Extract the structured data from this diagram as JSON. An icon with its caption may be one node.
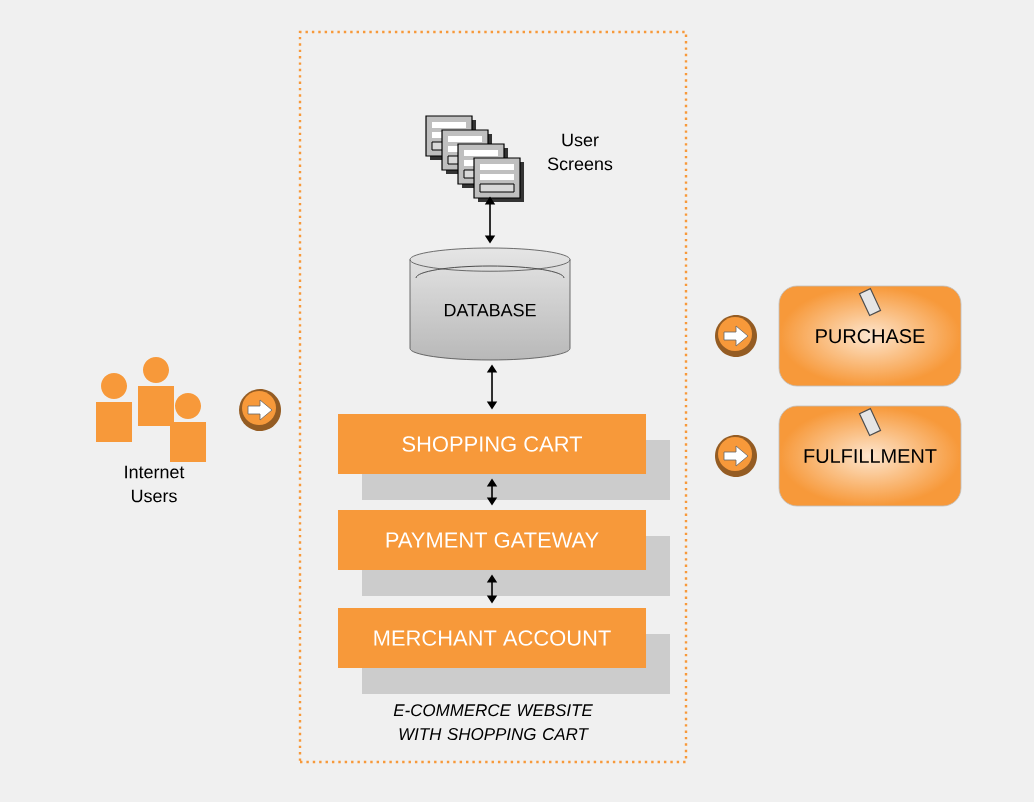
{
  "diagram": {
    "nodes": [
      {
        "text": [
          "E-COMMERCE WEBSITE WITH SHOPPING CART"
        ]
      },
      {
        "text": [],
        "shape": "person",
        "beside": [
          "Internet Users"
        ]
      },
      {
        "text": [],
        "shape": "picture",
        "in": 0,
        "beside": [
          "User Screens"
        ]
      },
      {
        "text": [
          "DATABASE"
        ],
        "in": 0
      },
      {
        "text": [
          "SHOPPING CART"
        ],
        "in": 0
      },
      {
        "text": [
          "PAYMENT GATEWAY"
        ],
        "in": 0
      },
      {
        "text": [
          "MERCHANT ACCOUNT"
        ],
        "in": 0
      },
      {
        "text": [
          "PURCHASE"
        ]
      },
      {
        "text": [
          "FULFILLMENT"
        ]
      }
    ],
    "edges": [
      {
        "from": 2,
        "to": 3,
        "arrow": "both"
      },
      {
        "from": 3,
        "to": 4,
        "arrow": "both"
      },
      {
        "from": 4,
        "to": 5,
        "arrow": "both"
      },
      {
        "from": 5,
        "to": 6,
        "arrow": "both"
      }
    ]
  }
}
